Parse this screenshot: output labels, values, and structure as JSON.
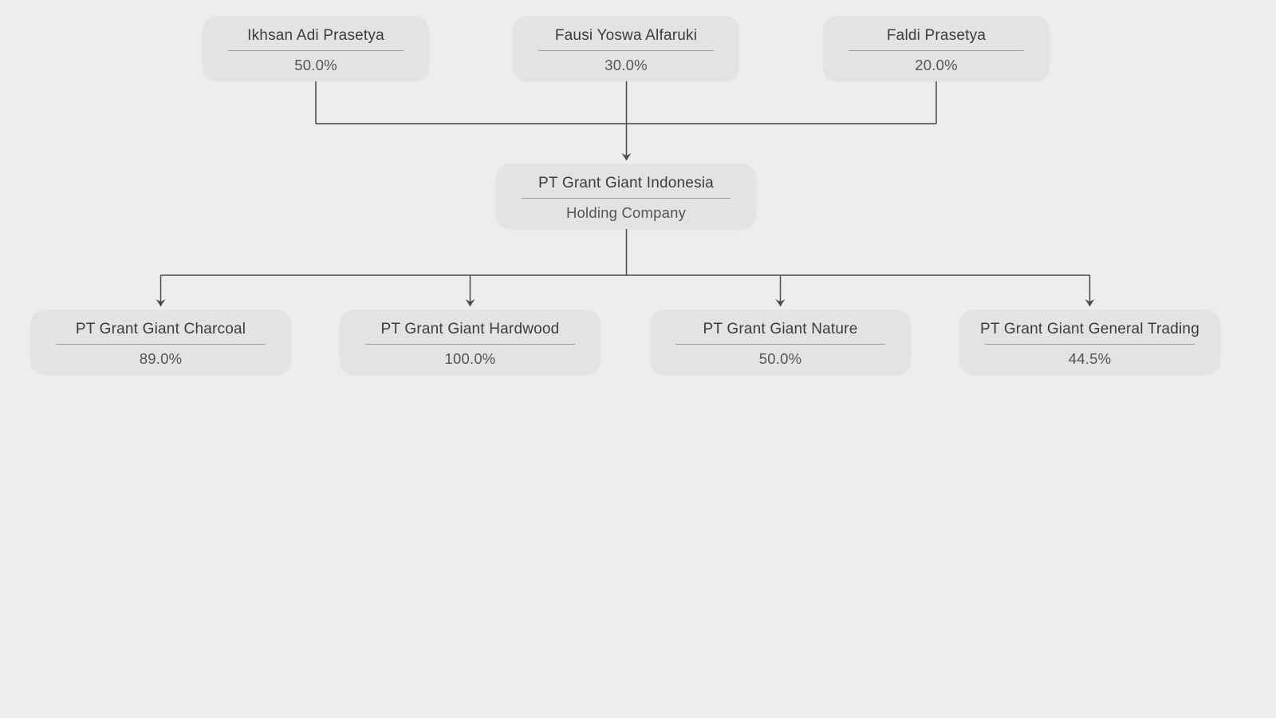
{
  "diagram": {
    "shareholders": [
      {
        "name": "Ikhsan Adi Prasetya",
        "ownership": "50.0%"
      },
      {
        "name": "Fausi Yoswa Alfaruki",
        "ownership": "30.0%"
      },
      {
        "name": "Faldi Prasetya",
        "ownership": "20.0%"
      }
    ],
    "holding": {
      "name": "PT Grant Giant Indonesia",
      "subtitle": "Holding Company"
    },
    "subsidiaries": [
      {
        "name": "PT Grant Giant Charcoal",
        "ownership": "89.0%"
      },
      {
        "name": "PT Grant Giant Hardwood",
        "ownership": "100.0%"
      },
      {
        "name": "PT Grant Giant Nature",
        "ownership": "50.0%"
      },
      {
        "name": "PT Grant Giant General Trading",
        "ownership": "44.5%"
      }
    ],
    "colors": {
      "background": "#ededec",
      "node_background": "#e3e3e3",
      "connector_line": "#4a4a4a",
      "title_text": "#3c3c3c",
      "value_text": "#555555",
      "divider": "#9c9c9c"
    }
  }
}
